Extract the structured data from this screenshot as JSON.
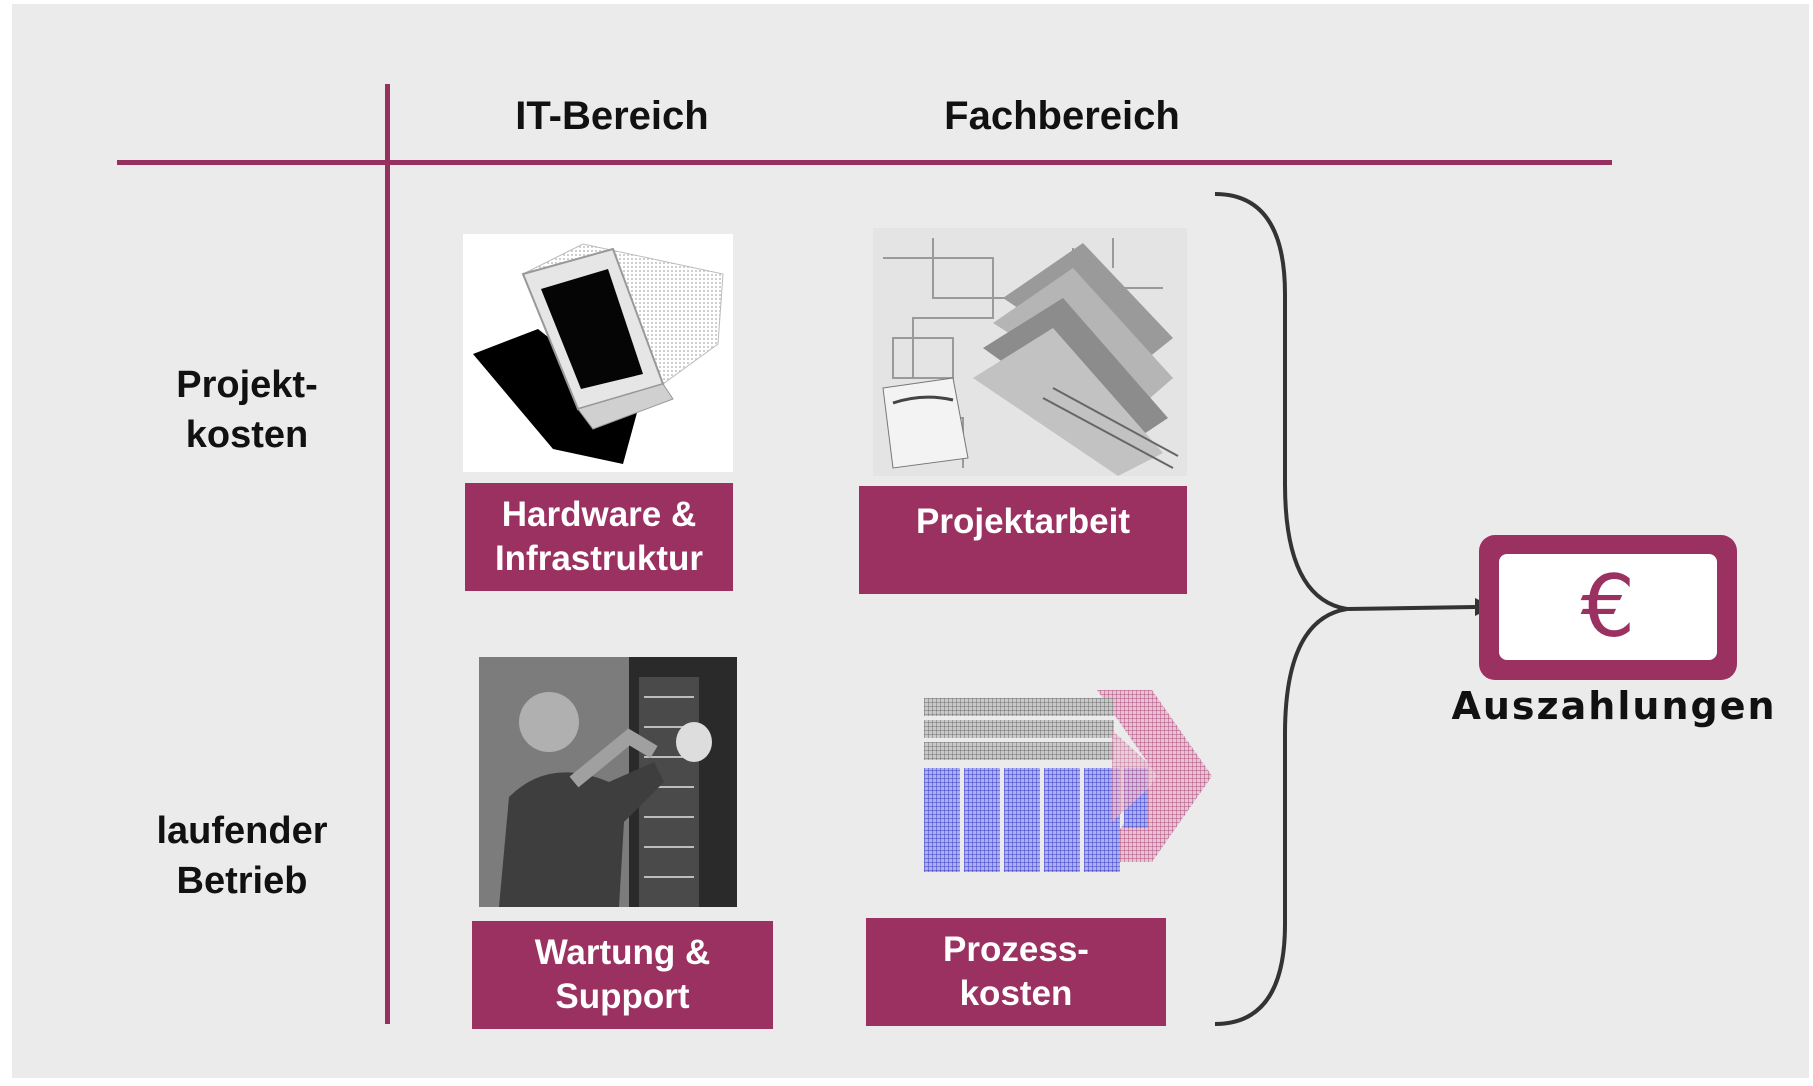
{
  "columns": {
    "it": "IT-Bereich",
    "business": "Fachbereich"
  },
  "rows": {
    "project": [
      "Projekt-",
      "kosten"
    ],
    "operations": [
      "laufender",
      "Betrieb"
    ]
  },
  "cells": {
    "hardware": "Hardware &\nInfrastruktur",
    "project_work": "Projektarbeit",
    "maintenance": "Wartung &\nSupport",
    "process_costs": "Prozess-\nkosten"
  },
  "result": {
    "label": "Auszahlungen",
    "symbol": "€"
  },
  "colors": {
    "accent": "#96305f",
    "background": "#ebebeb"
  },
  "icons": {
    "hardware": "computer-monitor-icon",
    "project_work": "blueprint-plans-icon",
    "maintenance": "technician-server-rack-icon",
    "process_costs": "process-chevron-icon",
    "result": "euro-icon"
  }
}
